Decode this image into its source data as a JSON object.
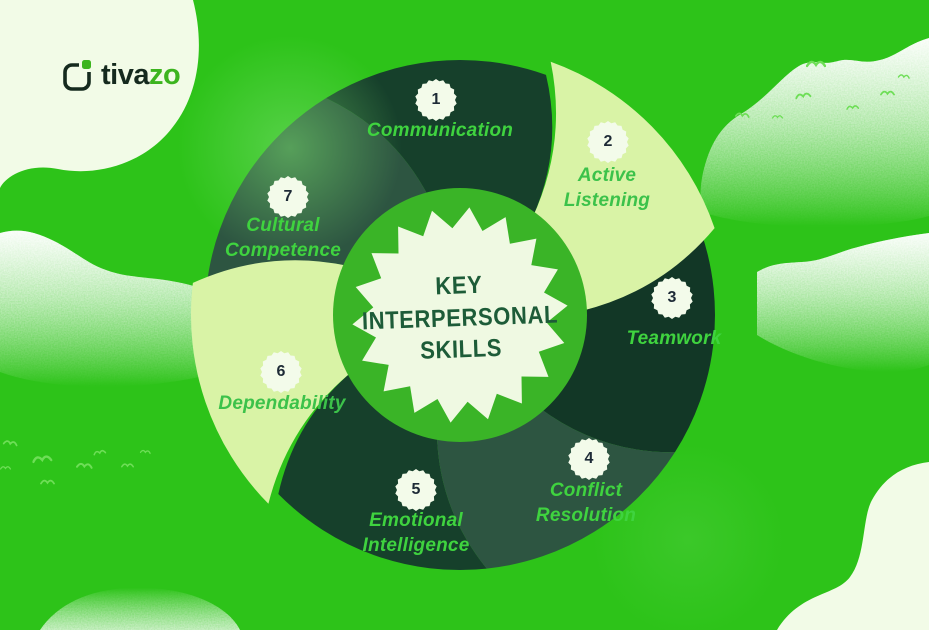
{
  "brand": {
    "name_prefix": "tiva",
    "name_suffix": "zo"
  },
  "diagram": {
    "center_title_lines": [
      "KEY",
      "INTERPERSONAL",
      "SKILLS"
    ],
    "segments": [
      {
        "number": "1",
        "label": "Communication"
      },
      {
        "number": "2",
        "label": "Active Listening"
      },
      {
        "number": "3",
        "label": "Teamwork"
      },
      {
        "number": "4",
        "label": "Conflict Resolution"
      },
      {
        "number": "5",
        "label": "Emotional Intelligence"
      },
      {
        "number": "6",
        "label": "Dependability"
      },
      {
        "number": "7",
        "label": "Cultural Competence"
      }
    ]
  },
  "colors": {
    "background": "#2dc319",
    "segment_dark": "#16402b",
    "segment_darker": "#123726",
    "segment_medium": "#2d5541",
    "segment_pale": "#d9f3a6",
    "center_hole": "#3ab427",
    "starburst_cream": "#eff9e2",
    "badge_cream": "#f3fbea",
    "badge_number": "#1d2a36",
    "label_on_dark": "#3fd33f",
    "label_on_pale": "#3cc24a",
    "center_text": "#1d5c38",
    "logo_dark": "#152a1e",
    "logo_green": "#3cb41e",
    "cream_blob": "#f2fbe7",
    "bird": "#6ede57"
  }
}
